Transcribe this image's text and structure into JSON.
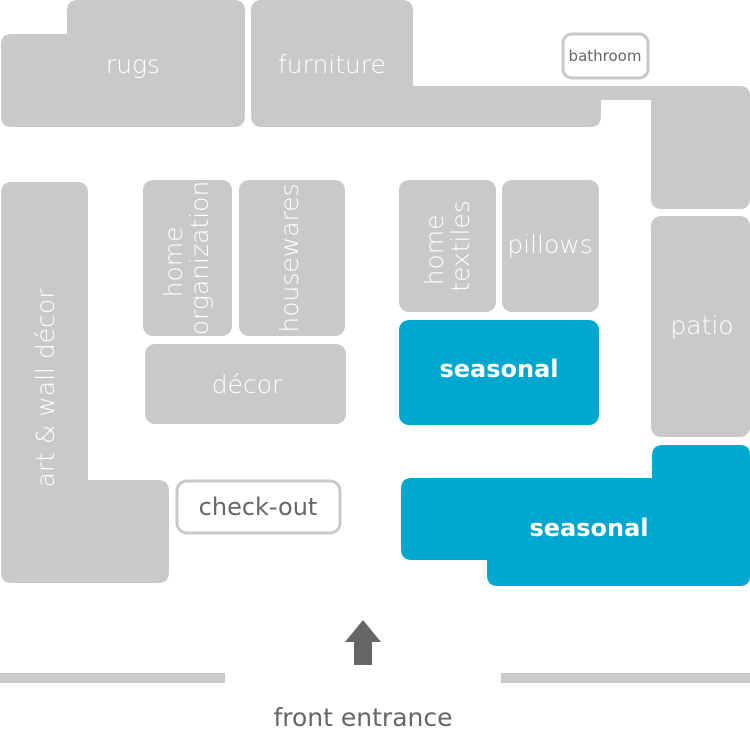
{
  "colors": {
    "gray": "#c8c9cb",
    "blue": "#00a8d0",
    "text_dark": "#666666",
    "text_light": "#ffffff"
  },
  "areas": {
    "rugs": "rugs",
    "furniture": "furniture",
    "bathroom": "bathroom",
    "art_wall_decor": "art & wall décor",
    "home_organization": [
      "home",
      "organization"
    ],
    "housewares": "housewares",
    "decor": "décor",
    "home_textiles": [
      "home",
      "textiles"
    ],
    "pillows": "pillows",
    "seasonal_upper": "seasonal",
    "seasonal_lower": "seasonal",
    "patio": "patio",
    "checkout": "check-out"
  },
  "entrance": {
    "label": "front entrance",
    "arrow_icon": "up-arrow-icon"
  }
}
